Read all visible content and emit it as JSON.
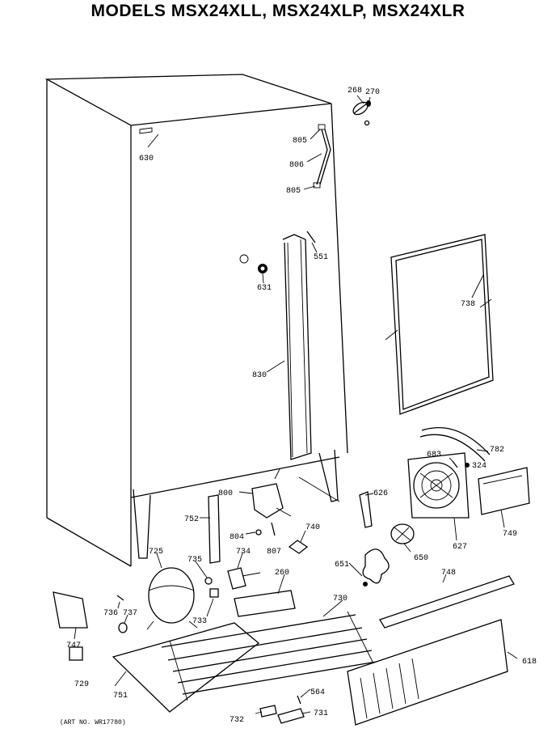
{
  "title": "MODELS MSX24XLL, MSX24XLP, MSX24XLR",
  "art_number": "(ART NO. WR17780)",
  "part_labels": [
    "268",
    "270",
    "805",
    "806",
    "805",
    "630",
    "551",
    "631",
    "738",
    "830",
    "782",
    "683",
    "324",
    "800",
    "626",
    "752",
    "749",
    "804",
    "807",
    "740",
    "627",
    "725",
    "735",
    "734",
    "260",
    "650",
    "651",
    "748",
    "736",
    "737",
    "730",
    "733",
    "747",
    "729",
    "751",
    "564",
    "732",
    "731",
    "618"
  ]
}
